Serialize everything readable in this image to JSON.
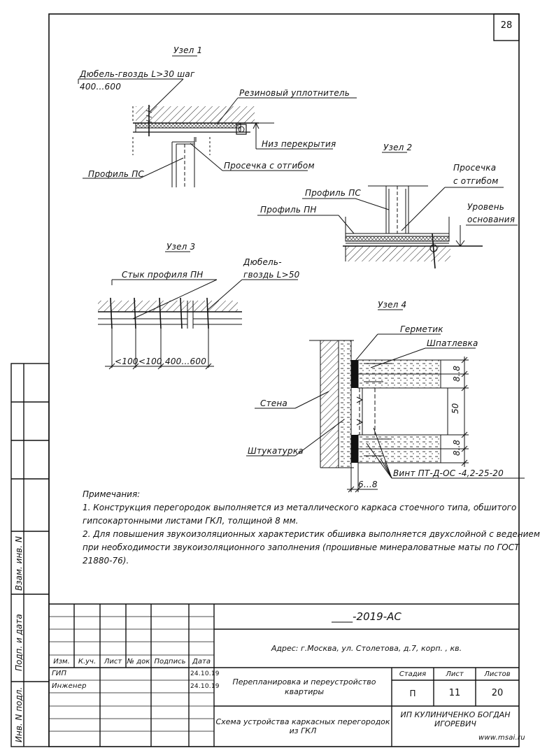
{
  "sheet": {
    "page_number": "28"
  },
  "nodes": {
    "node1": {
      "title": "Узел 1",
      "label_dowel": "Дюбель-гвоздь L>30 шаг",
      "label_dowel_step": "400...600",
      "label_seal": "Резиновый уплотнитель",
      "label_ceiling_bottom": "Низ перекрытия",
      "label_profile_ps": "Профиль ПС",
      "label_notch": "Просечка с отгибом"
    },
    "node2": {
      "title": "Узел 2",
      "label_notch_1": "Просечка",
      "label_notch_2": "с отгибом",
      "label_profile_ps": "Профиль ПС",
      "label_profile_pn": "Профиль ПН",
      "label_level_1": "Уровень",
      "label_level_2": "основания"
    },
    "node3": {
      "title": "Узел 3",
      "label_joint": "Стык профиля ПН",
      "label_dowel_1": "Дюбель-",
      "label_dowel_2": "гвоздь L>50",
      "dim_1": "<100",
      "dim_2": "<100",
      "dim_3": "400...600"
    },
    "node4": {
      "title": "Узел 4",
      "label_sealant": "Герметик",
      "label_putty": "Шпатлевка",
      "label_wall": "Стена",
      "label_plaster": "Штукатурка",
      "label_screw": "Винт ПТ-Д-ОС -4,2-25-20",
      "dim_gap": "6...8",
      "dim_50": "50",
      "dim_88_top": "8..8",
      "dim_88_bottom": "8..8"
    }
  },
  "notes": {
    "heading": "Примечания:",
    "lines": [
      "1. Конструкция перегородок выполняется из металлического каркаса стоечного типа, обшитого",
      "гипсокартонными листами ГКЛ, толщиной 8 мм.",
      "2. Для повышения звукоизоляционных характеристик обшивка выполняется двухслойной с ведением",
      "при необходимости звукоизоляционного заполнения (прошивные минераловатные маты по ГОСТ",
      "21880-76)."
    ]
  },
  "side_stamp": {
    "inv_sub": "Взам. инв. N",
    "sign_date": "Подп. и дата",
    "inv_orig": "Инв. N подл."
  },
  "title_block": {
    "doc_code": "____-2019-АС",
    "address": "Адрес: г.Москва, ул. Столетова, д.7, корп. , кв.",
    "project_name": "Перепланировка и переустройство квартиры",
    "sheet_title": "Схема устройства каркасных перегородок из ГКЛ",
    "company": "ИП КУЛИНИЧЕНКО БОГДАН ИГОРЕВИЧ",
    "website": "www.msai.ru",
    "col_headers": [
      "Изм.",
      "К.уч.",
      "Лист",
      "№ док",
      "Подпись",
      "Дата"
    ],
    "roles": [
      {
        "role": "ГИП",
        "date": "24.10.19"
      },
      {
        "role": "Инженер",
        "date": "24.10.19"
      }
    ],
    "stage_label": "Стадия",
    "sheet_label": "Лист",
    "sheets_label": "Листов",
    "stage_value": "П",
    "sheet_value": "11",
    "sheets_value": "20"
  }
}
